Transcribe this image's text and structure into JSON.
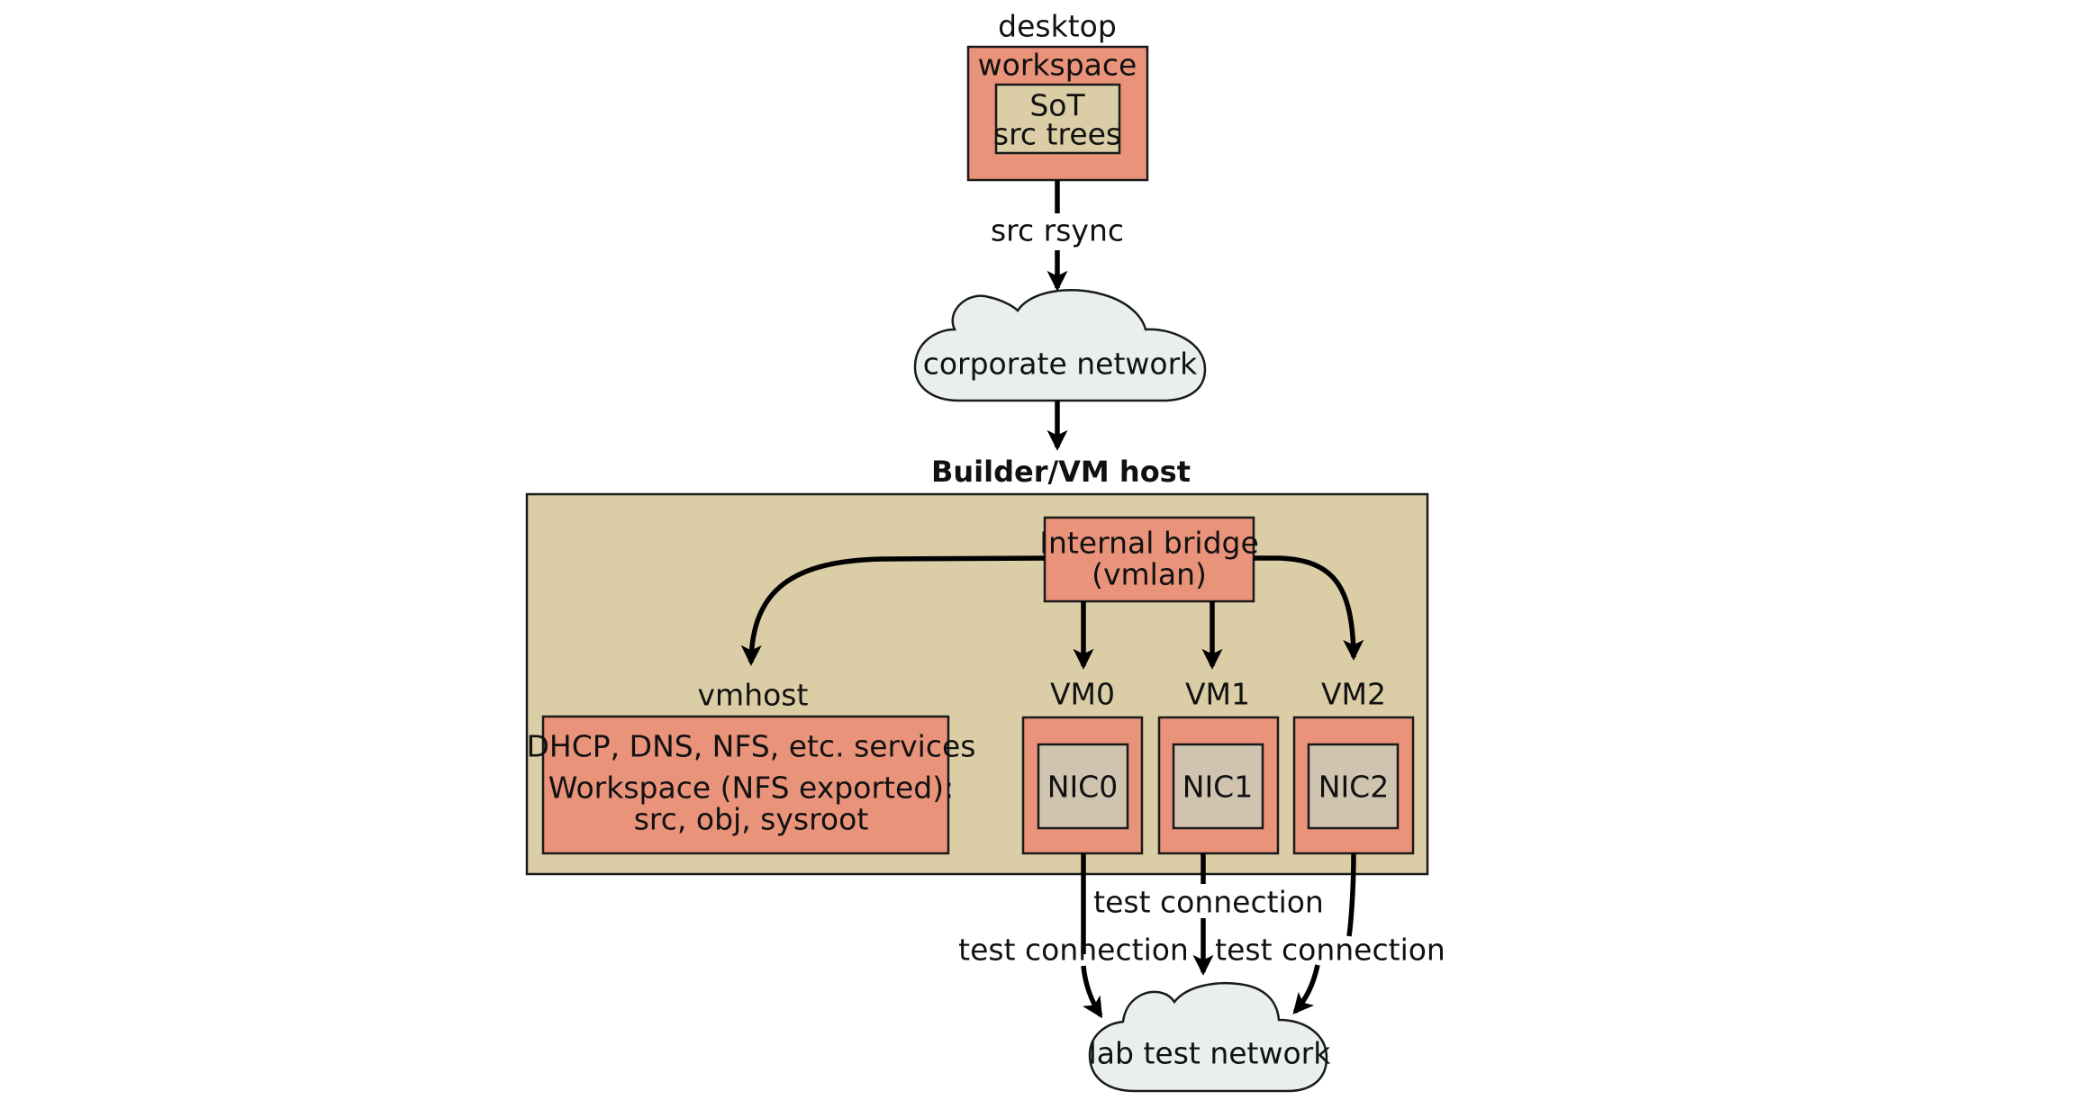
{
  "colors": {
    "salmon": "#E9937A",
    "beige": "#DBCEA7",
    "nic": "#D0C3B0",
    "cloud": "#E9EFEF",
    "line": "#000000"
  },
  "desktop": {
    "label": "desktop",
    "workspace_label": "workspace",
    "sot_line1": "SoT",
    "sot_line2": "src trees"
  },
  "edges": {
    "src_rsync": "src rsync",
    "test_connection_left": "test connection",
    "test_connection_middle": "test connection",
    "test_connection_right": "test connection"
  },
  "corporate_network": {
    "label": "corporate network"
  },
  "builder": {
    "title": "Builder/VM host",
    "bridge_line1": "Internal bridge",
    "bridge_line2": "(vmlan)",
    "vmhost": {
      "label": "vmhost",
      "line1": "DHCP, DNS, NFS, etc. services",
      "line2": "Workspace (NFS exported):",
      "line3": "src, obj, sysroot"
    },
    "vms": [
      {
        "label": "VM0",
        "nic": "NIC0"
      },
      {
        "label": "VM1",
        "nic": "NIC1"
      },
      {
        "label": "VM2",
        "nic": "NIC2"
      }
    ]
  },
  "lab_network": {
    "label": "lab test network"
  }
}
